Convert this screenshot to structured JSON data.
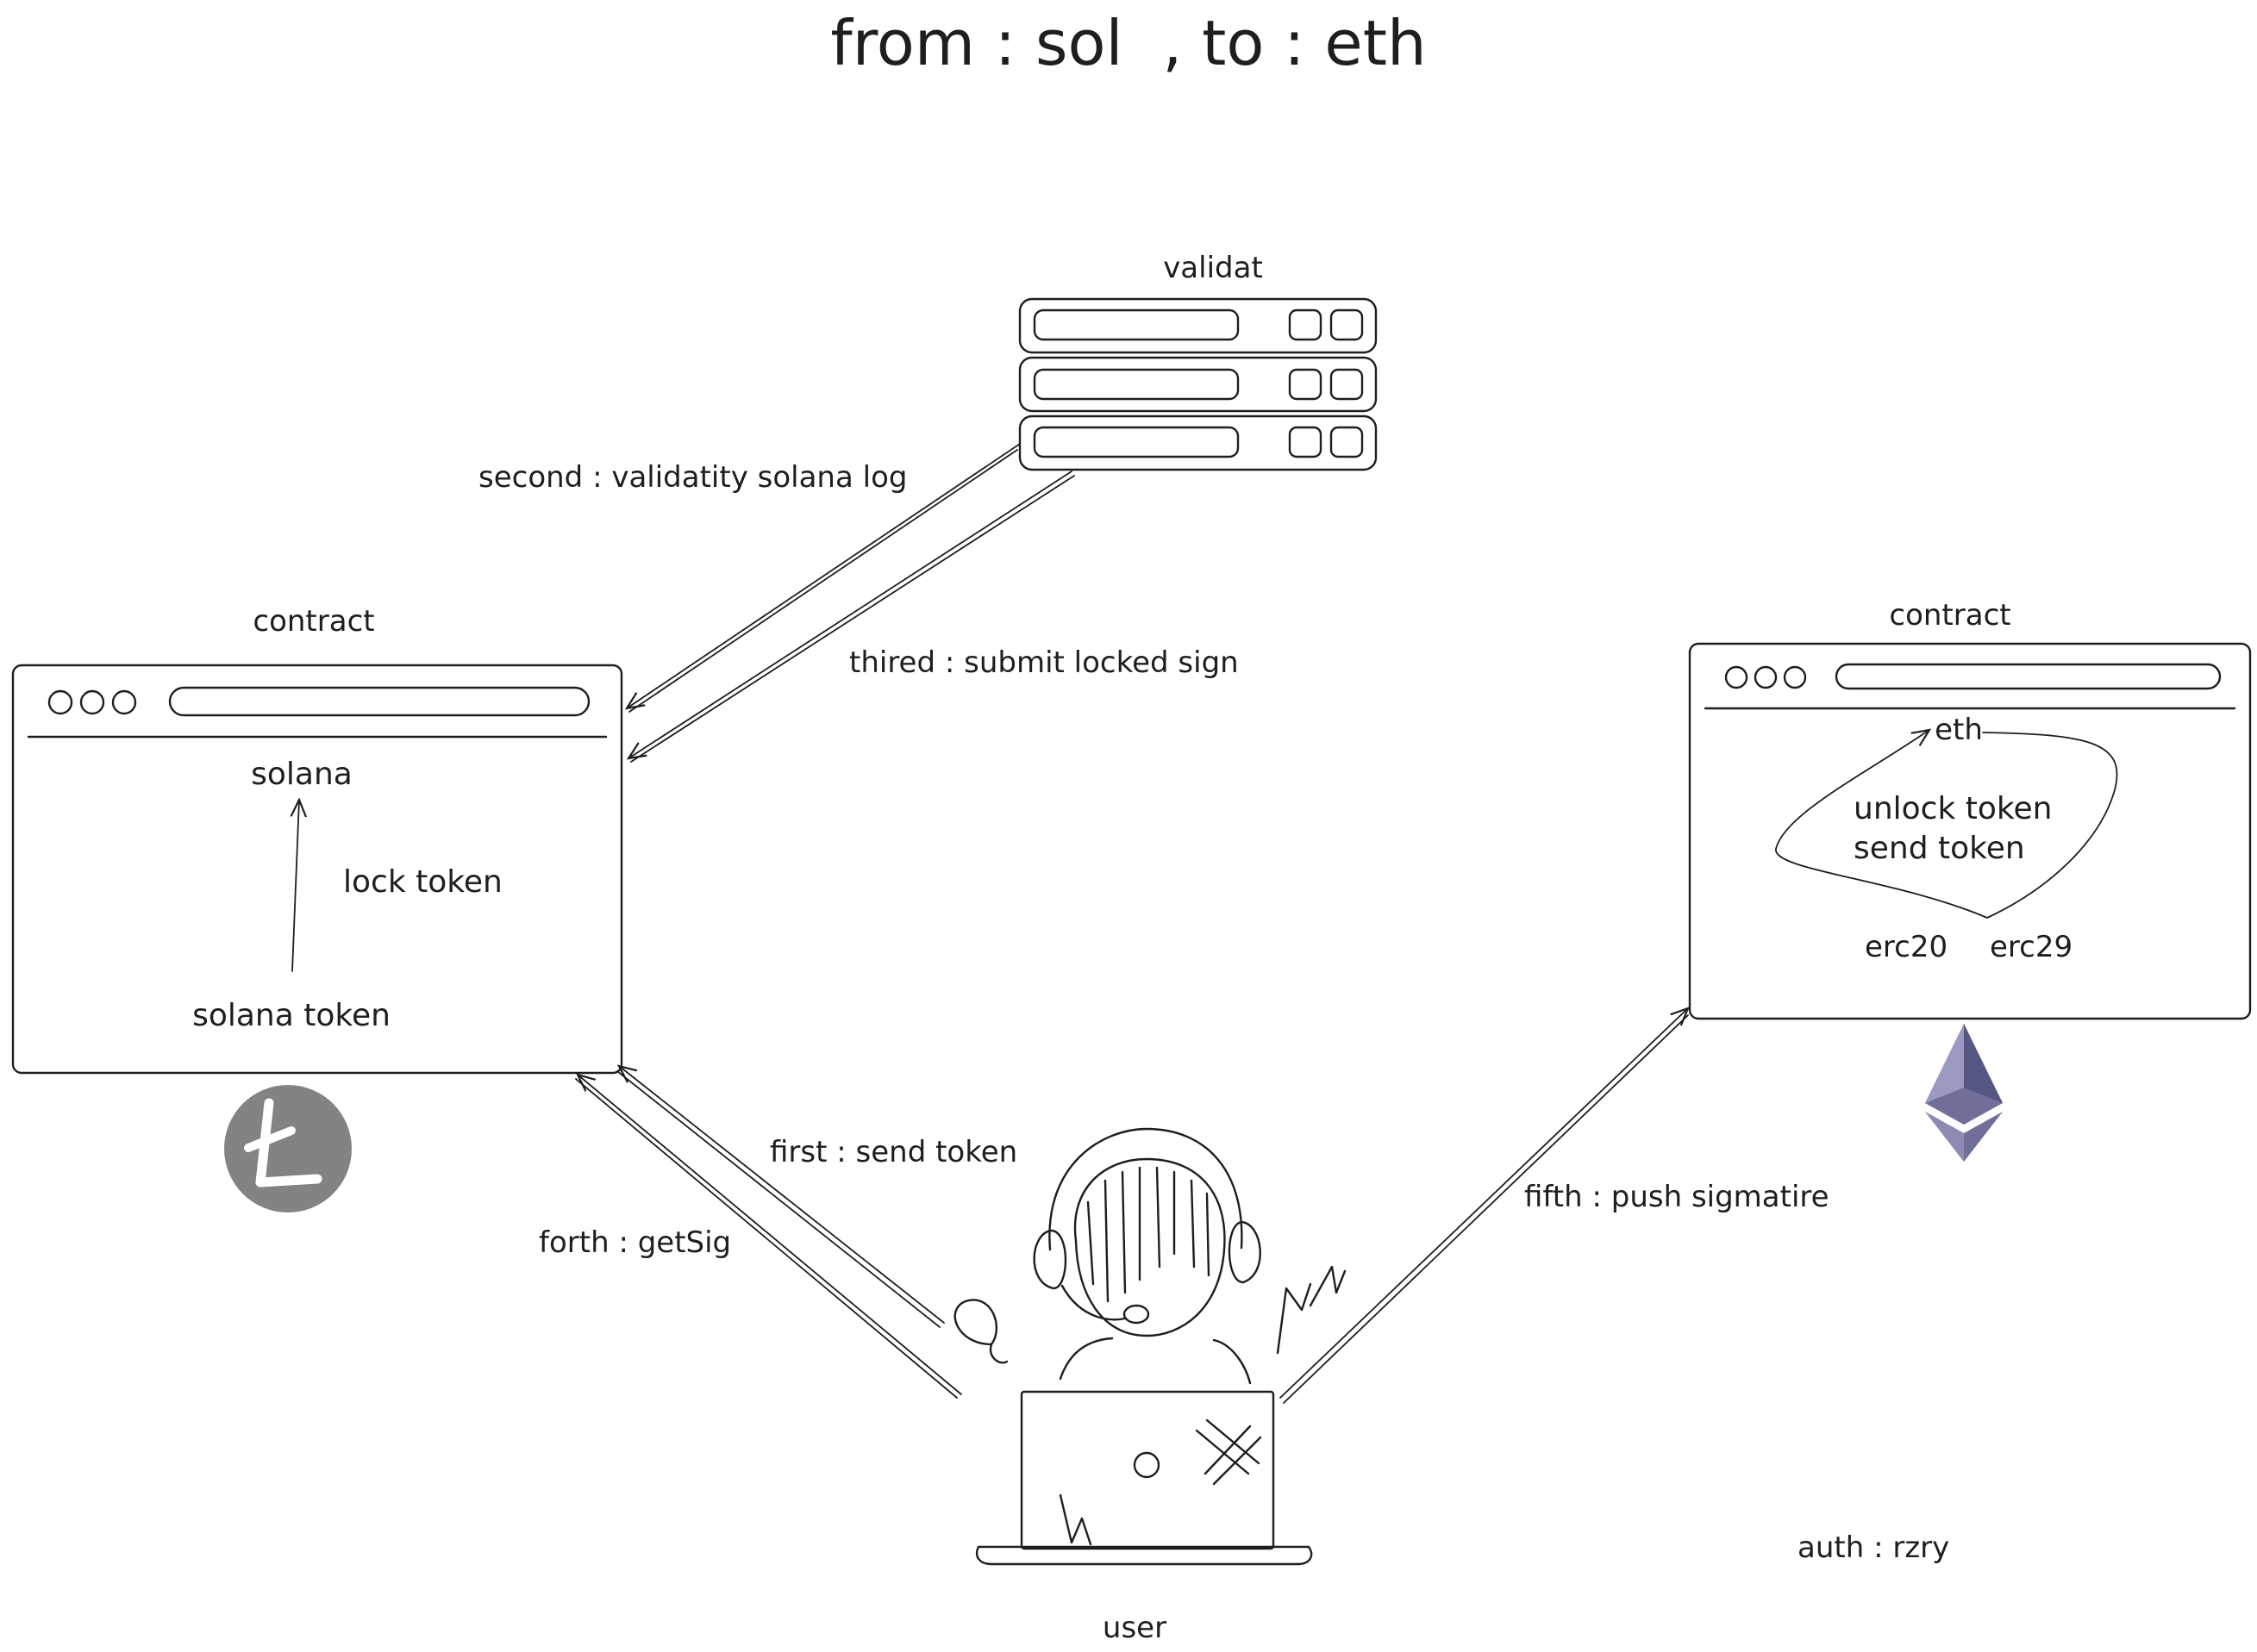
{
  "title": "from : sol  , to : eth",
  "validator": {
    "label": "validat"
  },
  "left_contract": {
    "label": "contract",
    "chain": "solana",
    "token": "solana token",
    "action": "lock token"
  },
  "right_contract": {
    "label": "contract",
    "chain": "eth",
    "action_line1": "unlock token",
    "action_line2": "send token",
    "standard_a": "erc20",
    "standard_b": "erc29"
  },
  "steps": {
    "first": "first : send token",
    "second": "second : validatity solana log",
    "third": "thired : submit locked sign",
    "fourth": "forth : getSig",
    "fifth": "fifth : push sigmatire"
  },
  "user": {
    "label": "user"
  },
  "author": "auth : rzry",
  "colors": {
    "ink": "#1e1e1e",
    "coin_gray": "#838383",
    "eth_dark": "#3c3c5d",
    "eth_light": "#8c8cb3"
  },
  "icons": {
    "left_coin": "litecoin-style-icon",
    "right_coin": "ethereum-icon"
  }
}
